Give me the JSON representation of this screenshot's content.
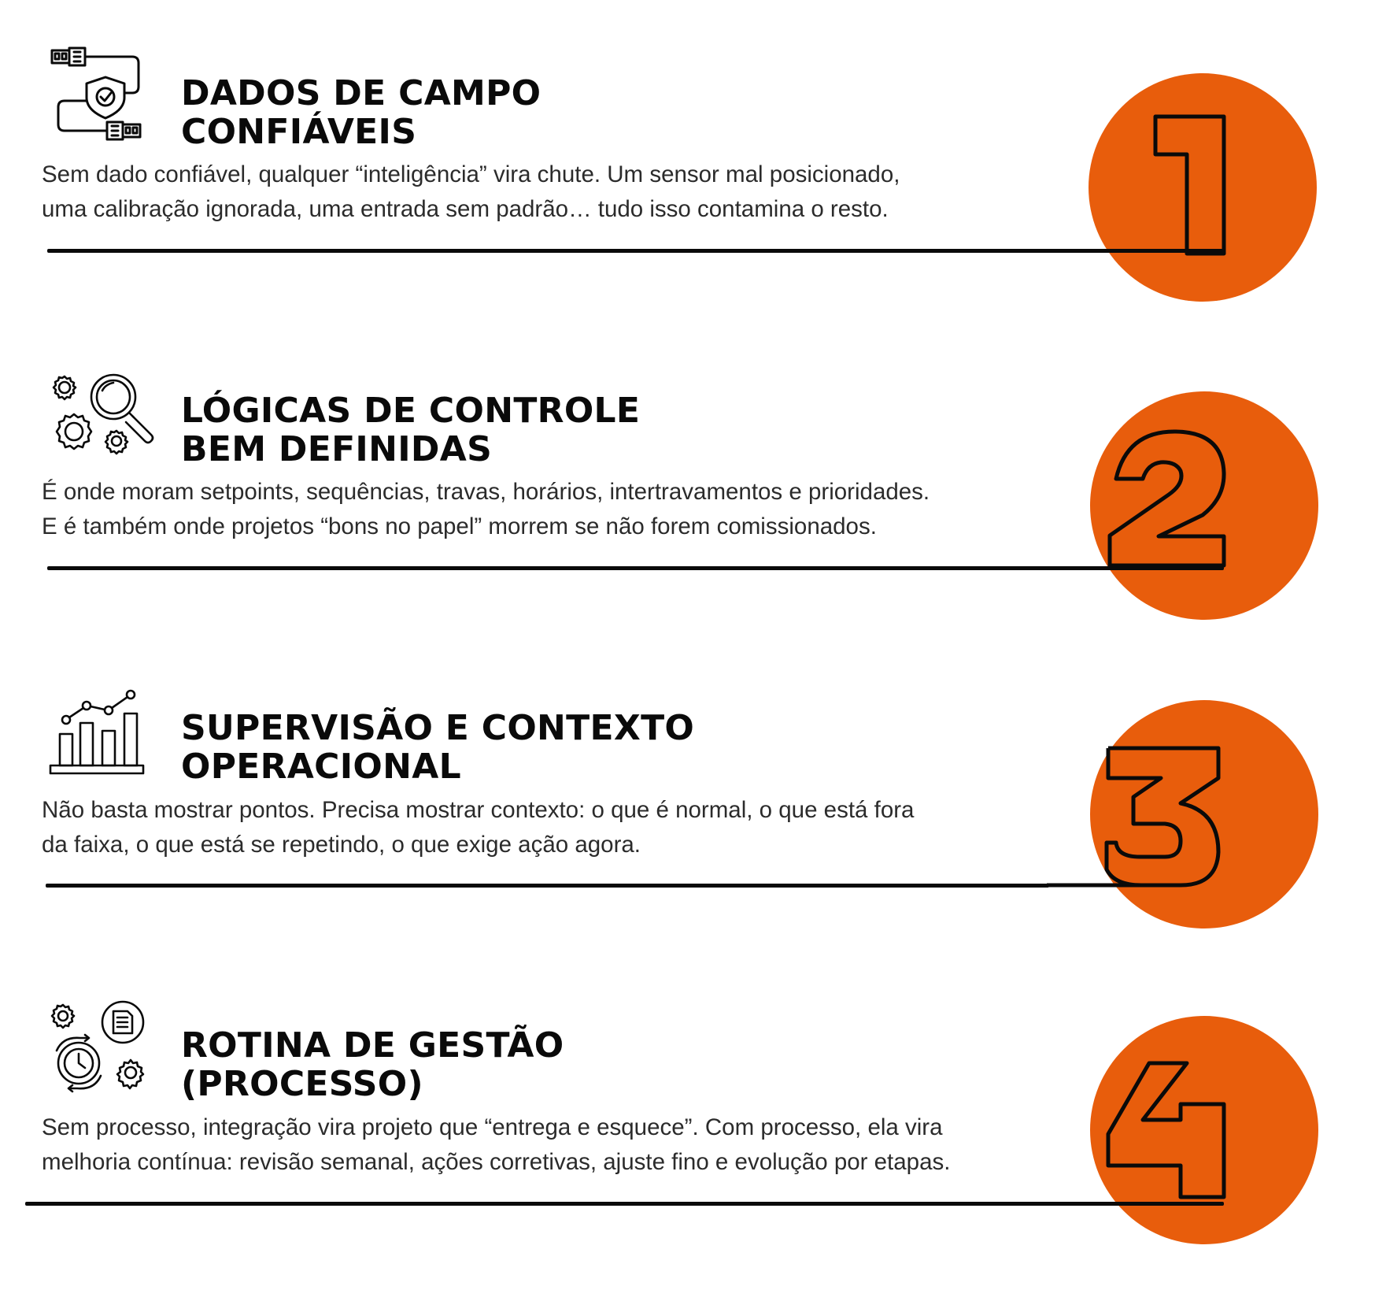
{
  "colors": {
    "accent": "#E85D0C",
    "ink": "#0A0A0A",
    "text": "#2B2B2B"
  },
  "items": [
    {
      "number": "1",
      "icon": "usb-shield-icon",
      "title_lines": [
        "DADOS DE CAMPO",
        "CONFIÁVEIS"
      ],
      "body_lines": [
        "Sem dado confiável, qualquer “inteligência” vira chute. Um sensor mal posicionado,",
        "uma calibração ignorada, uma entrada sem padrão… tudo isso contamina o resto."
      ]
    },
    {
      "number": "2",
      "icon": "gears-magnifier-icon",
      "title_lines": [
        "LÓGICAS DE CONTROLE",
        "BEM DEFINIDAS"
      ],
      "body_lines": [
        "É onde moram setpoints, sequências, travas, horários, intertravamentos e prioridades.",
        "E é também onde projetos “bons no papel” morrem se não forem comissionados."
      ]
    },
    {
      "number": "3",
      "icon": "bar-chart-trend-icon",
      "title_lines": [
        "SUPERVISÃO E CONTEXTO",
        "OPERACIONAL"
      ],
      "body_lines": [
        "Não basta mostrar pontos. Precisa mostrar contexto: o que é normal, o que está fora",
        "da faixa, o que está se repetindo, o que exige ação agora."
      ]
    },
    {
      "number": "4",
      "icon": "process-clock-gears-icon",
      "title_lines": [
        "ROTINA DE GESTÃO",
        "(PROCESSO)"
      ],
      "body_lines": [
        "Sem processo, integração vira projeto que “entrega e esquece”. Com processo, ela vira",
        "melhoria contínua: revisão semanal, ações corretivas, ajuste fino e evolução por etapas."
      ]
    }
  ]
}
